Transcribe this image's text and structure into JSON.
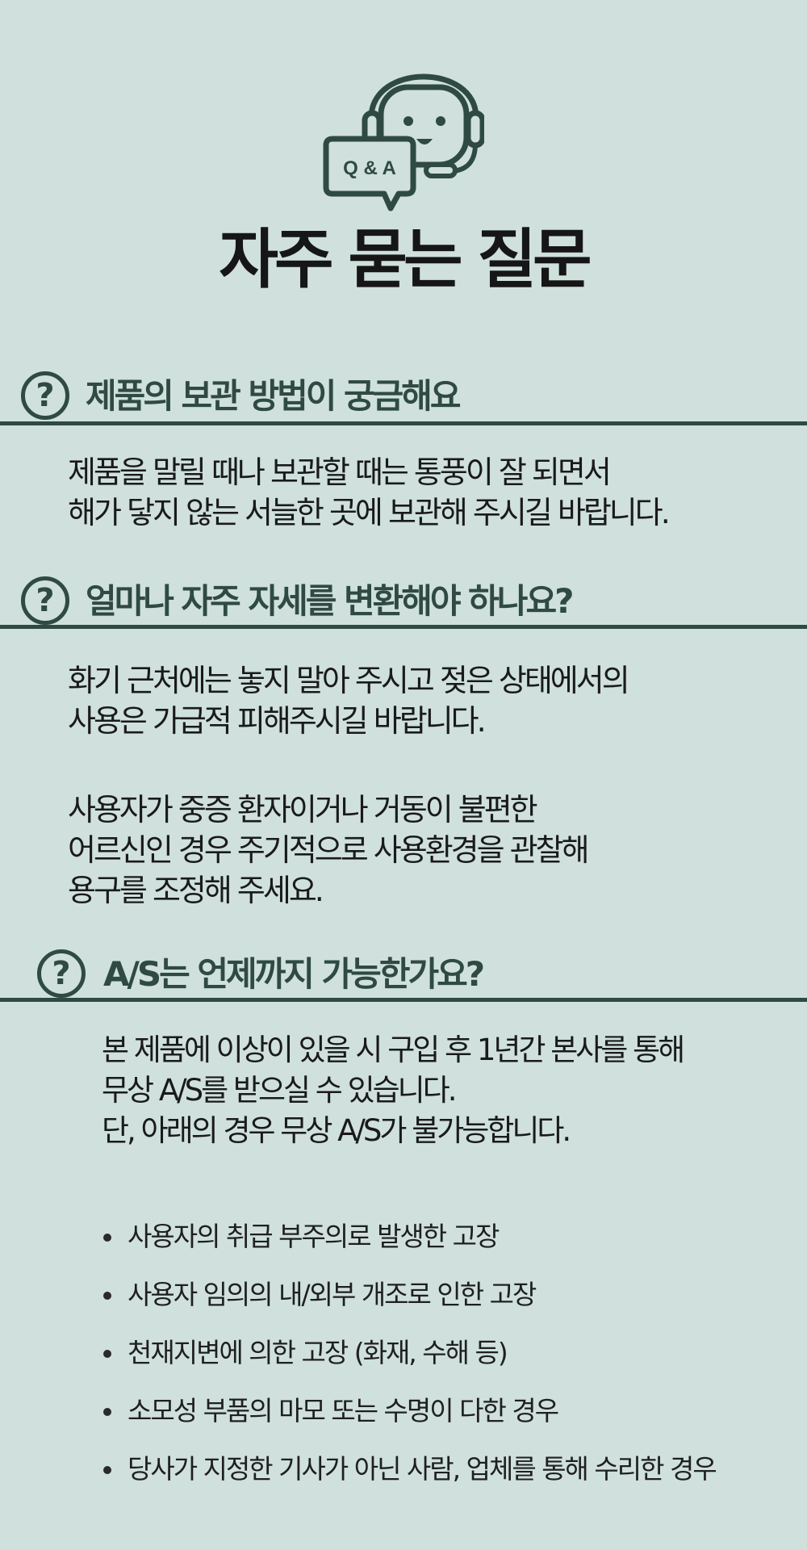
{
  "header": {
    "icon_label": "Q & A",
    "title": "자주 묻는 질문"
  },
  "faqs": [
    {
      "question": "제품의 보관 방법이 궁금해요",
      "answer_lines": [
        "제품을 말릴 때나 보관할 때는 통풍이 잘 되면서",
        "해가 닿지 않는 서늘한 곳에 보관해 주시길 바랍니다."
      ]
    },
    {
      "question": "얼마나 자주 자세를 변환해야 하나요?",
      "answer_lines": [
        "화기 근처에는 놓지 말아 주시고 젖은 상태에서의",
        "사용은 가급적 피해주시길 바랍니다.",
        "사용자가 중증 환자이거나 거동이 불편한",
        "어르신인 경우 주기적으로 사용환경을 관찰해",
        "용구를 조정해 주세요."
      ]
    },
    {
      "question": "A/S는 언제까지 가능한가요?",
      "answer_lines": [
        "본 제품에 이상이 있을 시 구입 후 1년간 본사를 통해",
        "무상 A/S를 받으실 수 있습니다.",
        "단, 아래의 경우 무상 A/S가 불가능합니다."
      ],
      "exceptions": [
        "사용자의 취급 부주의로 발생한 고장",
        "사용자 임의의 내/외부 개조로 인한 고장",
        "천재지변에 의한 고장 (화재, 수해 등)",
        "소모성 부품의 마모 또는 수명이 다한 경우",
        "당사가 지정한 기사가 아닌 사람, 업체를 통해 수리한 경우"
      ]
    }
  ],
  "question_mark": "?",
  "colors": {
    "background": "#cfe0dd",
    "accent": "#2f4a43",
    "text": "#1a1a1a"
  }
}
